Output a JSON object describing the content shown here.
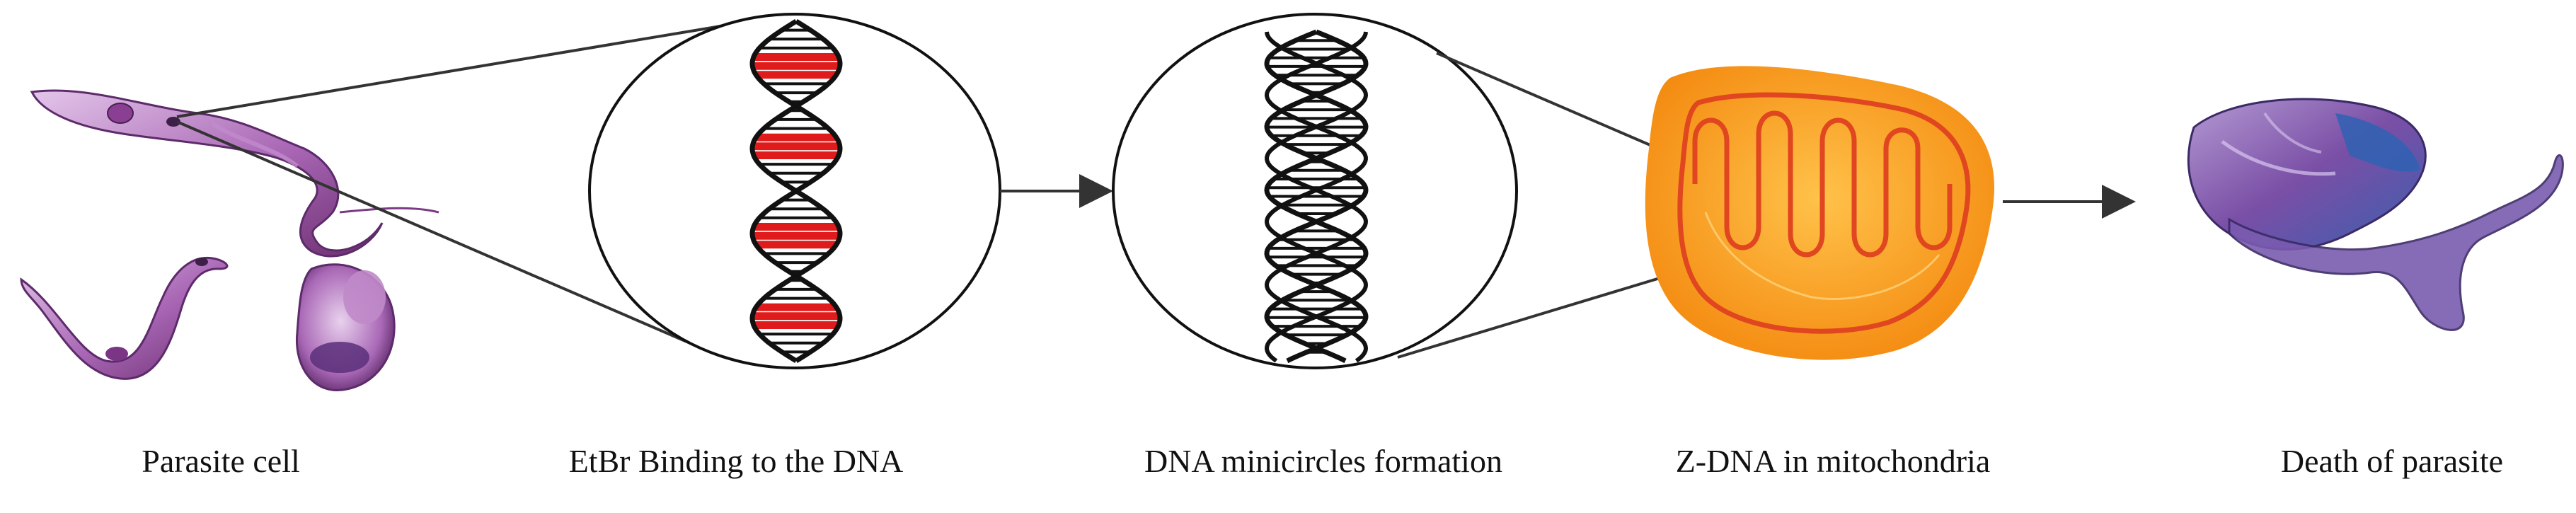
{
  "steps": [
    {
      "id": "parasite-cell",
      "label": "Parasite cell"
    },
    {
      "id": "etbr-binding",
      "label": "EtBr Binding to the DNA"
    },
    {
      "id": "minicircles",
      "label": "DNA minicircles formation"
    },
    {
      "id": "z-dna",
      "label": "Z-DNA in mitochondria"
    },
    {
      "id": "death",
      "label": "Death of parasite"
    }
  ],
  "colors": {
    "parasite_purple": "#9b5aa8",
    "parasite_light": "#d8b4e0",
    "parasite_dark": "#6b2d6f",
    "dna_black": "#111111",
    "etbr_red": "#e01b1b",
    "mito_orange": "#f7a21b",
    "mito_inner": "#ffd27a",
    "mito_crista": "#e0461f",
    "dead_blue": "#3a5fae",
    "dead_purple": "#7a4fa6",
    "arrow": "#333333"
  },
  "icons": [
    "trypanosome-icon",
    "dna-helix-icon",
    "mitochondrion-icon",
    "dead-parasite-icon"
  ]
}
